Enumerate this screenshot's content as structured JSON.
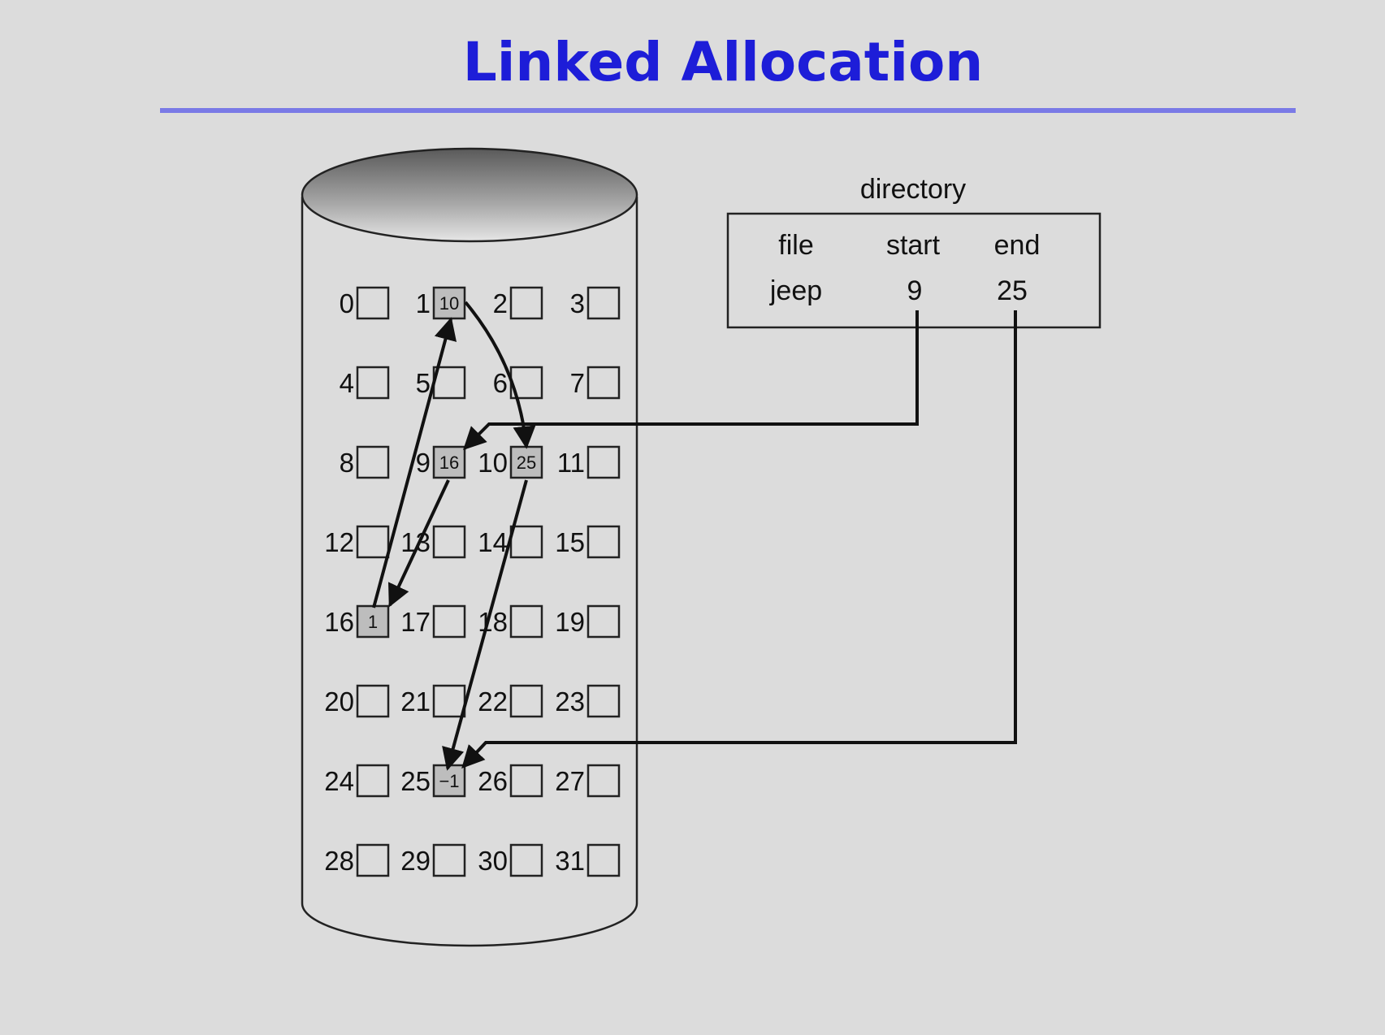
{
  "slide": {
    "title": "Linked Allocation"
  },
  "disk": {
    "blocks": [
      {
        "n": "0",
        "ptr": null
      },
      {
        "n": "1",
        "ptr": "10"
      },
      {
        "n": "2",
        "ptr": null
      },
      {
        "n": "3",
        "ptr": null
      },
      {
        "n": "4",
        "ptr": null
      },
      {
        "n": "5",
        "ptr": null
      },
      {
        "n": "6",
        "ptr": null
      },
      {
        "n": "7",
        "ptr": null
      },
      {
        "n": "8",
        "ptr": null
      },
      {
        "n": "9",
        "ptr": "16"
      },
      {
        "n": "10",
        "ptr": "25"
      },
      {
        "n": "11",
        "ptr": null
      },
      {
        "n": "12",
        "ptr": null
      },
      {
        "n": "13",
        "ptr": null
      },
      {
        "n": "14",
        "ptr": null
      },
      {
        "n": "15",
        "ptr": null
      },
      {
        "n": "16",
        "ptr": "1"
      },
      {
        "n": "17",
        "ptr": null
      },
      {
        "n": "18",
        "ptr": null
      },
      {
        "n": "19",
        "ptr": null
      },
      {
        "n": "20",
        "ptr": null
      },
      {
        "n": "21",
        "ptr": null
      },
      {
        "n": "22",
        "ptr": null
      },
      {
        "n": "23",
        "ptr": null
      },
      {
        "n": "24",
        "ptr": null
      },
      {
        "n": "25",
        "ptr": "−1"
      },
      {
        "n": "26",
        "ptr": null
      },
      {
        "n": "27",
        "ptr": null
      },
      {
        "n": "28",
        "ptr": null
      },
      {
        "n": "29",
        "ptr": null
      },
      {
        "n": "30",
        "ptr": null
      },
      {
        "n": "31",
        "ptr": null
      }
    ]
  },
  "directory": {
    "label": "directory",
    "headers": {
      "file": "file",
      "start": "start",
      "end": "end"
    },
    "row": {
      "file": "jeep",
      "start": "9",
      "end": "25"
    }
  }
}
